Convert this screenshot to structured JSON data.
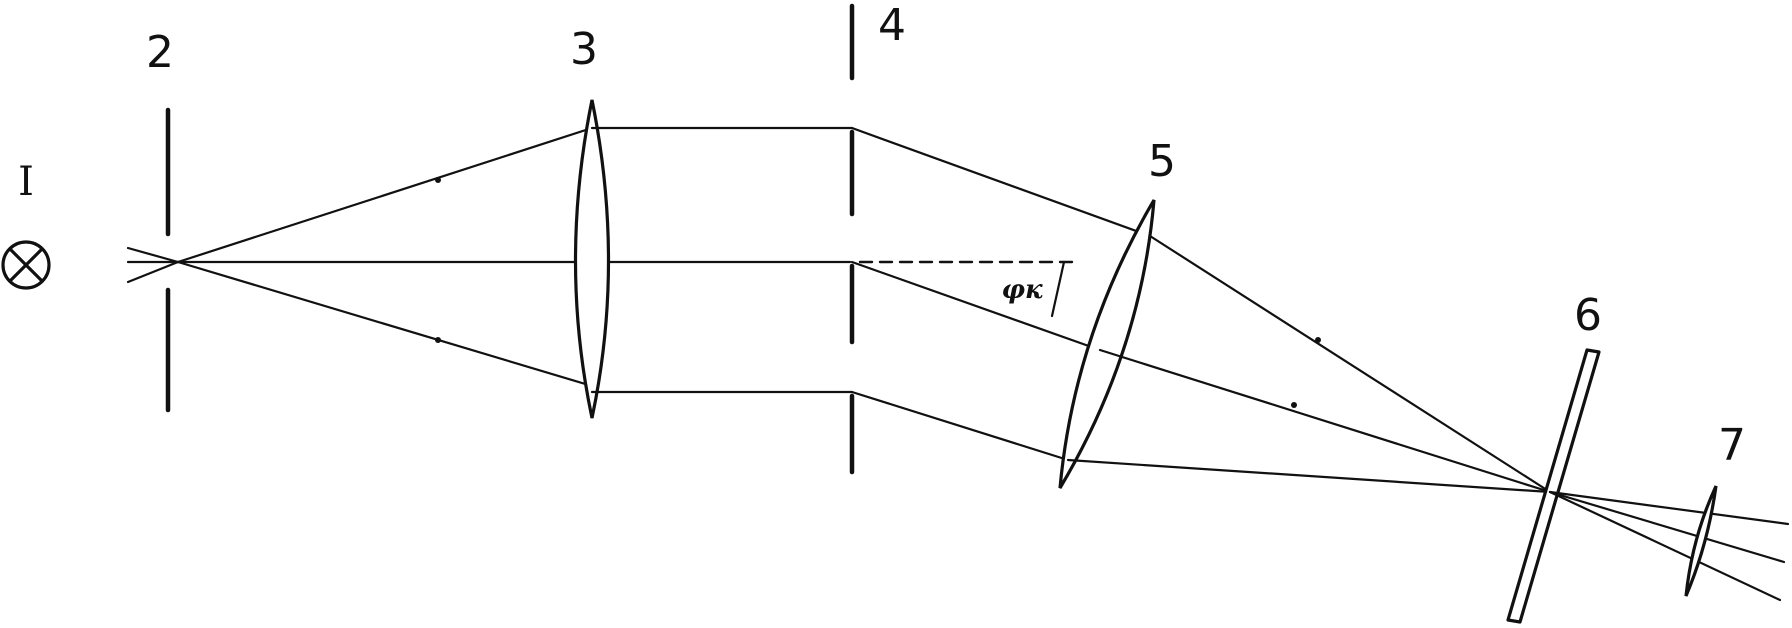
{
  "labels": {
    "source": "I",
    "slit": "2",
    "lens_collimator": "3",
    "aperture": "4",
    "lens_objective": "5",
    "plate": "6",
    "lens_eyepiece": "7",
    "angle": "φк"
  },
  "icons": {
    "source_symbol": "lamp-cross-icon"
  },
  "colors": {
    "ink": "#111111",
    "background": "#ffffff"
  }
}
